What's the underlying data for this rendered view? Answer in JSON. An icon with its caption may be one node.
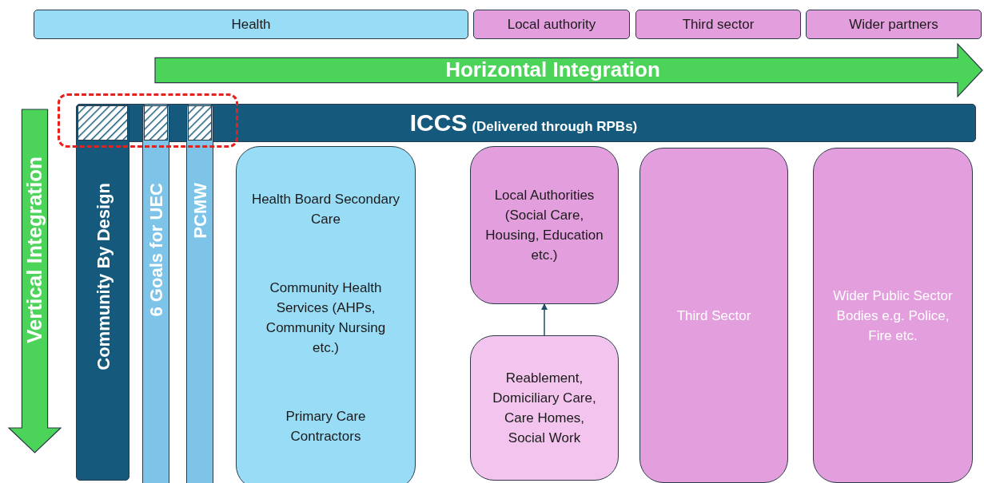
{
  "diagram": {
    "nodes": [
      {
        "text": [
          "Health"
        ]
      },
      {
        "text": [
          "Local authority"
        ]
      },
      {
        "text": [
          "Third sector"
        ]
      },
      {
        "text": [
          "Wider partners"
        ]
      },
      {
        "text": [
          "Horizontal Integration"
        ]
      },
      {
        "text": [
          "ICCS",
          "(Delivered through RPBs)"
        ]
      },
      {
        "text": [
          "Vertical Integration"
        ]
      },
      {
        "text": [
          "Community By Design"
        ]
      },
      {
        "text": [
          "6 Goals for UEC"
        ]
      },
      {
        "text": [
          "PCMW"
        ]
      },
      {
        "text": [
          "Health Board Secondary Care",
          "Community Health Services (AHPs, Community Nursing etc.)",
          "Primary Care Contractors"
        ]
      },
      {
        "text": [
          "Local Authorities (Social Care, Housing, Education etc.)"
        ]
      },
      {
        "text": [
          "Reablement, Domiciliary Care, Care Homes, Social Work"
        ]
      },
      {
        "text": [
          "Third Sector"
        ]
      },
      {
        "text": [
          "Wider Public Sector Bodies e.g. Police, Fire etc."
        ]
      }
    ],
    "edges": [
      {
        "from": 12,
        "to": 11,
        "arrow": "to"
      }
    ]
  }
}
